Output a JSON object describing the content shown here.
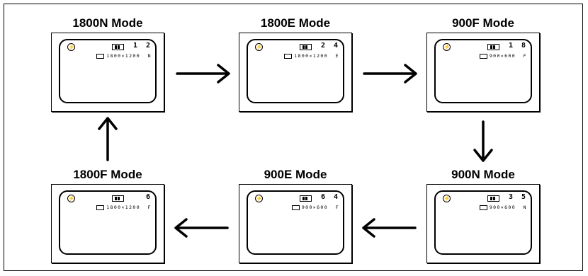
{
  "modes": [
    {
      "title": "1800N Mode",
      "count": "1 2",
      "resolution": "1800×1200  N"
    },
    {
      "title": "1800E Mode",
      "count": "2 4",
      "resolution": "1800×1200  E"
    },
    {
      "title": "900F Mode",
      "count": "1 8",
      "resolution": "900×600  F"
    },
    {
      "title": "1800F Mode",
      "count": "6",
      "resolution": "1800×1200  F"
    },
    {
      "title": "900E Mode",
      "count": "6 4",
      "resolution": "900×600  F"
    },
    {
      "title": "900N Mode",
      "count": "3 5",
      "resolution": "900×600  N"
    }
  ],
  "icons": {
    "flash": "flash-off-icon",
    "battery": "battery-icon",
    "size": "image-size-icon",
    "arrow": "arrow-icon"
  }
}
